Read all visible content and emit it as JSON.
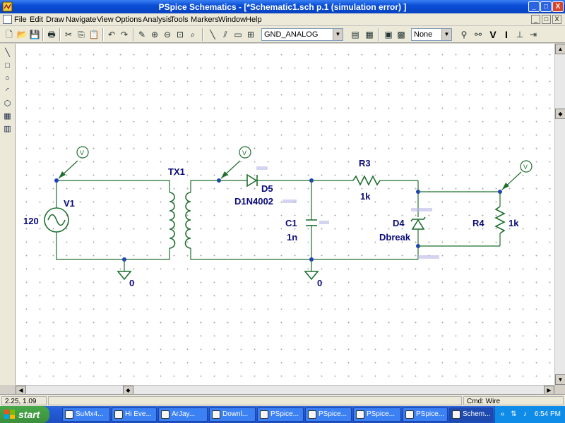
{
  "window": {
    "title": "PSpice Schematics - [*Schematic1.sch  p.1 (simulation error) ]",
    "controls": [
      "_",
      "□",
      "X"
    ]
  },
  "menu": {
    "items": [
      "File",
      "Edit",
      "Draw",
      "Navigate",
      "View",
      "Options",
      "Analysis",
      "Tools",
      "Markers",
      "Window",
      "Help"
    ],
    "mdi_controls": [
      "_",
      "□",
      "X"
    ]
  },
  "toolbar": {
    "part_combo": "GND_ANALOG",
    "display_combo": "None",
    "text_tools": [
      "V",
      "I"
    ]
  },
  "schematic": {
    "V1": {
      "ref": "V1",
      "value": "120"
    },
    "TX1": {
      "ref": "TX1"
    },
    "D5": {
      "ref": "D5",
      "model": "D1N4002"
    },
    "C1": {
      "ref": "C1",
      "value": "1n"
    },
    "R3": {
      "ref": "R3",
      "value": "1k"
    },
    "D4": {
      "ref": "D4",
      "model": "Dbreak"
    },
    "R4": {
      "ref": "R4",
      "value": "1k"
    },
    "ground1": "0",
    "ground2": "0",
    "probe_label": "V"
  },
  "status": {
    "coords": "2.25, 1.09",
    "command": "Cmd: Wire"
  },
  "taskbar": {
    "start_label": "start",
    "tasks": [
      "SuMx4...",
      "Hi Eve...",
      "ArJay...",
      "Downl...",
      "PSpice...",
      "PSpice...",
      "PSpice...",
      "PSpice...",
      "Schem..."
    ],
    "clock": "6:54 PM"
  },
  "colors": {
    "wire": "#1f6f2f",
    "label": "#0b0b7a",
    "titlebar": "#0a4fd6"
  }
}
